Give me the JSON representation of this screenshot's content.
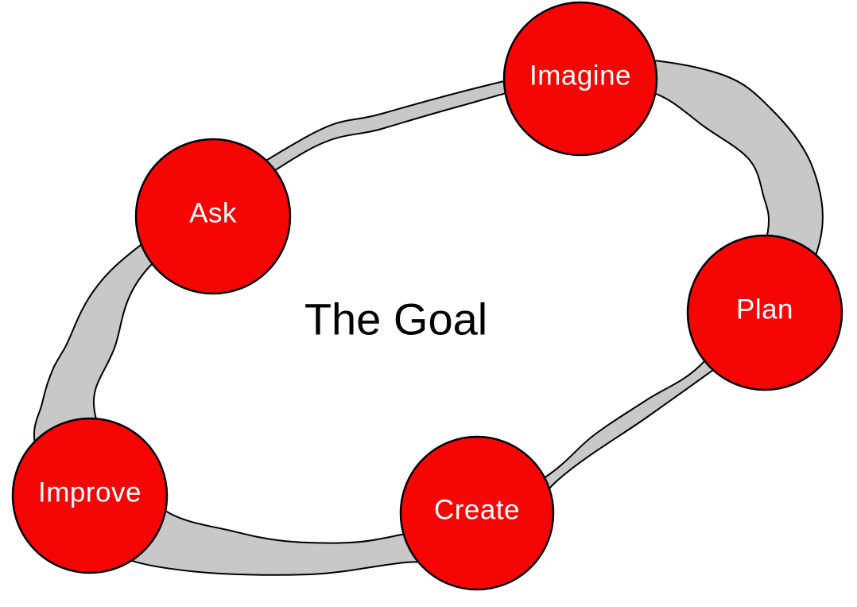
{
  "diagram": {
    "type": "cycle",
    "title": "The Goal",
    "nodes": [
      {
        "id": "imagine",
        "label": "Imagine"
      },
      {
        "id": "plan",
        "label": "Plan"
      },
      {
        "id": "create",
        "label": "Create"
      },
      {
        "id": "improve",
        "label": "Improve"
      },
      {
        "id": "ask",
        "label": "Ask"
      }
    ],
    "colors": {
      "node_fill": "#f60505",
      "node_stroke": "#000000",
      "node_text": "#ffffff",
      "ring_fill": "#c8c8c8",
      "ring_stroke": "#000000",
      "title_text": "#000000",
      "background": "#ffffff"
    }
  }
}
